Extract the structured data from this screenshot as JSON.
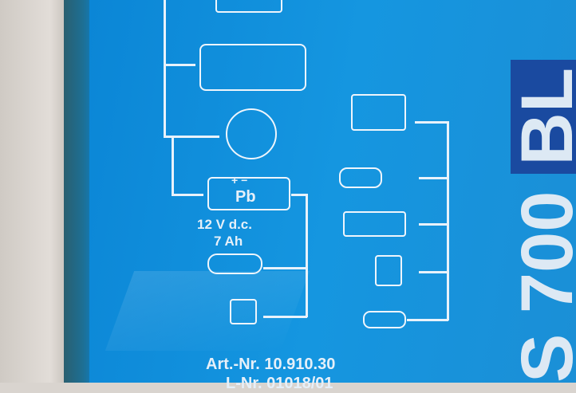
{
  "battery": {
    "symbol": "Pb",
    "terminals": "+  −",
    "voltage": "12 V d.c.",
    "capacity": "7 Ah"
  },
  "article": {
    "art_nr": "Art.-Nr. 10.910.30",
    "l_nr": "L-Nr. 01018/01"
  },
  "product_name": {
    "model": "S 700",
    "suffix": "BL"
  },
  "icons": [
    "scale-icon",
    "boombox-icon",
    "portable-radio-icon",
    "battery-icon",
    "handheld-vacuum-icon",
    "warning-lamp-icon",
    "laptop-icon",
    "rc-car-icon",
    "camcorder-icon",
    "spotlight-icon",
    "air-pump-icon"
  ],
  "colors": {
    "box_blue": "#1596e0",
    "text": "#e6f0f9",
    "band": "#1a4aa0"
  }
}
